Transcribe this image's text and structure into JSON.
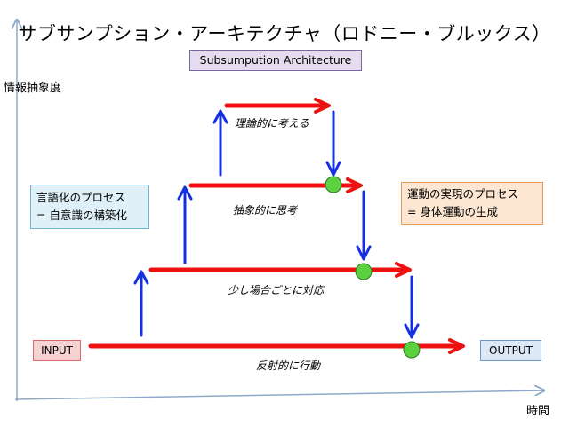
{
  "title": "サブサンプション・アーキテクチャ（ロドニー・ブルックス）",
  "subtitle": "Subsumpution Architecture",
  "axes": {
    "y_label": "情報抽象度",
    "x_label": "時間"
  },
  "layers": [
    {
      "label": "理論的に考える"
    },
    {
      "label": "抽象的に思考"
    },
    {
      "label": "少し場合ごとに対応"
    },
    {
      "label": "反射的に行動"
    }
  ],
  "notes": {
    "left": [
      "言語化のプロセス",
      "= 自意識の構築化"
    ],
    "right": [
      "運動の実現のプロセス",
      "= 身体運動の生成"
    ]
  },
  "input_label": "INPUT",
  "output_label": "OUTPUT",
  "colors": {
    "red_arrow": "#ee1111",
    "blue_arrow": "#1530e0",
    "green_node": "#5cd13f",
    "axis": "#8fa8c8"
  }
}
